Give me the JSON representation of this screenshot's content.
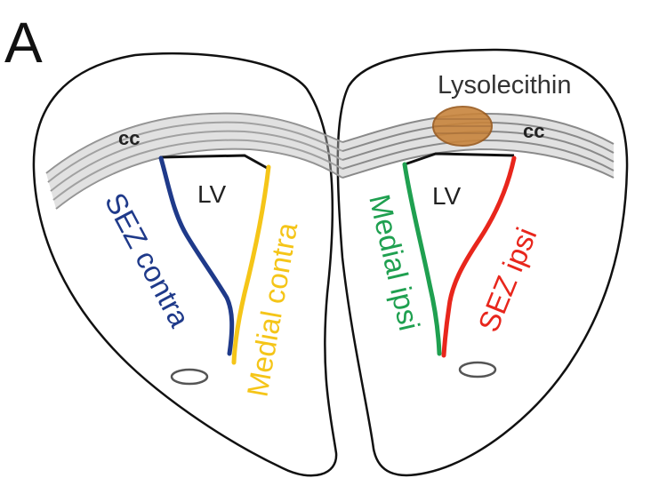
{
  "panel_label": "A",
  "labels": {
    "lysolecithin": "Lysolecithin",
    "cc_left": "cc",
    "cc_right": "cc",
    "lv_left": "LV",
    "lv_right": "LV",
    "sez_contra": "SEZ contra",
    "medial_contra": "Medial contra",
    "medial_ipsi": "Medial ipsi",
    "sez_ipsi": "SEZ ipsi"
  },
  "colors": {
    "sez_contra": "#1f3a8a",
    "medial_contra": "#f5c518",
    "medial_ipsi": "#1fa050",
    "sez_ipsi": "#e8261c",
    "lesion": "#c8843c",
    "corpus_callosum": "#8a8a8a"
  }
}
